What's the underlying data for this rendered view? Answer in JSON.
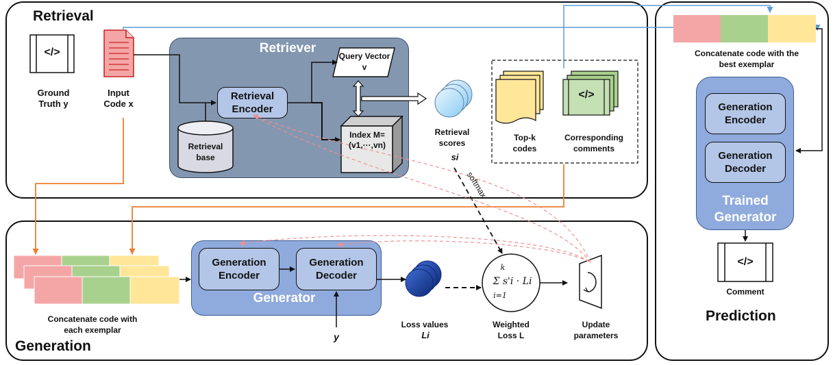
{
  "sections": {
    "retrieval": "Retrieval",
    "generation": "Generation",
    "prediction": "Prediction"
  },
  "retrieval": {
    "ground_truth": "Ground Truth y",
    "input_code": "Input Code x",
    "retriever_title": "Retriever",
    "retrieval_encoder": "Retrieval Encoder",
    "retrieval_base": "Retrieval base",
    "query_vector": "Query Vector v",
    "index": "Index M= (v1,···,vn)",
    "retrieval_scores": "Retrieval scores",
    "scores_symbol": "si",
    "softmax": "softmax",
    "topk_codes": "Top-k codes",
    "corresponding_comments": "Corresponding comments",
    "code_glyph": "</>"
  },
  "generation": {
    "generator_title": "Generator",
    "encoder": "Generation Encoder",
    "decoder": "Generation Decoder",
    "concat_caption": "Concatenate code with each exemplar",
    "y_label": "y",
    "loss_values": "Loss values",
    "loss_symbol": "Li",
    "weighted_loss": "Weighted Loss L",
    "formula": "Σ s'i · Li",
    "formula_sub": "i=1",
    "formula_sup": "k",
    "update_parameters": "Update parameters"
  },
  "prediction": {
    "concat_caption": "Concatenate code with the best exemplar",
    "encoder": "Generation Encoder",
    "decoder": "Generation Decoder",
    "trained_generator": "Trained Generator",
    "comment": "Comment",
    "code_glyph": "</>"
  },
  "colors": {
    "pink": "#f4a6a6",
    "green": "#a9d18e",
    "yellow": "#ffe699",
    "retriever_bg": "#8497b0",
    "generator_bg": "#8faadc",
    "module_bg": "#b4c6e7",
    "orange_arrow": "#ed7d31",
    "blue_arrow": "#5b9bd5",
    "dashed_pink": "#f4b6b6"
  }
}
